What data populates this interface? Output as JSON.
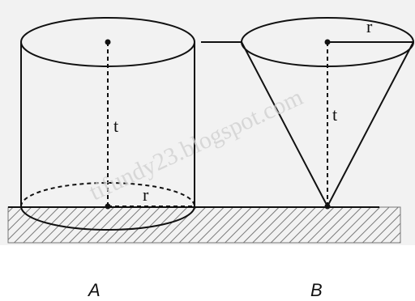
{
  "diagram": {
    "cylinder": {
      "height_label": "t",
      "radius_label": "r",
      "caption": "A"
    },
    "cone": {
      "height_label": "t",
      "radius_label": "r",
      "caption": "B"
    },
    "watermark": "tifundy23.blogspot.com",
    "colors": {
      "line": "#111111",
      "background": "#f2f2f2",
      "hatch": "#7a7a7a",
      "watermark": "#cfcfcf"
    }
  }
}
